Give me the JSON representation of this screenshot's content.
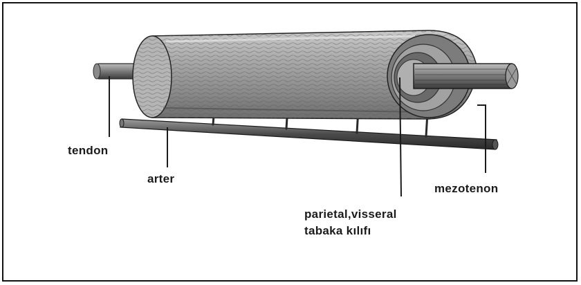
{
  "labels": {
    "tendon": "tendon",
    "arter": "arter",
    "mezotenon": "mezotenon",
    "sheath_line1": "parietal,visseral",
    "sheath_line2": "tabaka kılıfı"
  },
  "colors": {
    "ink": "#1a1a1a",
    "sheath_fill": "#9a9a9a",
    "sheath_dark": "#5e5e5e",
    "background": "#ffffff"
  }
}
